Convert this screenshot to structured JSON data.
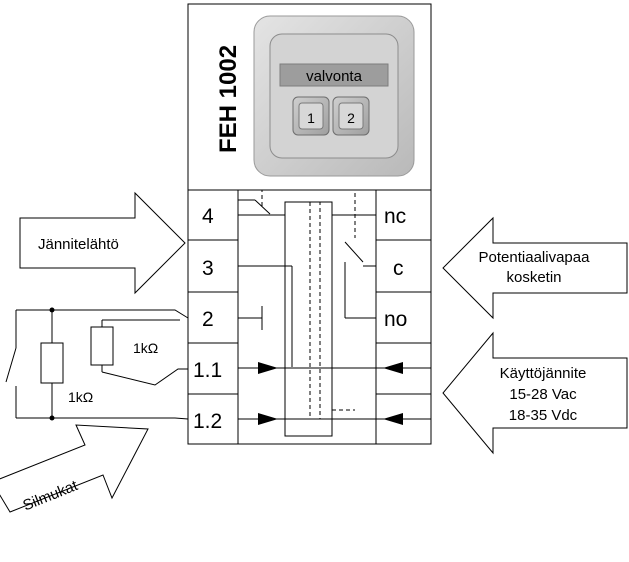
{
  "device": {
    "model": "FEH 1002",
    "panel_label": "valvonta",
    "button_1": "1",
    "button_2": "2"
  },
  "terminals_left": [
    "4",
    "3",
    "2",
    "1.1",
    "1.2"
  ],
  "terminals_right": [
    "nc",
    "c",
    "no"
  ],
  "arrows": {
    "voltage_output": "Jännitelähtö",
    "potential_free_line1": "Potentiaalivapaa",
    "potential_free_line2": "kosketin",
    "supply_line1": "Käyttöjännite",
    "supply_line2": "15-28 Vac",
    "supply_line3": "18-35 Vdc",
    "loops": "Silmukat"
  },
  "resistors": {
    "r_inner": "1kΩ",
    "r_outer": "1kΩ"
  }
}
